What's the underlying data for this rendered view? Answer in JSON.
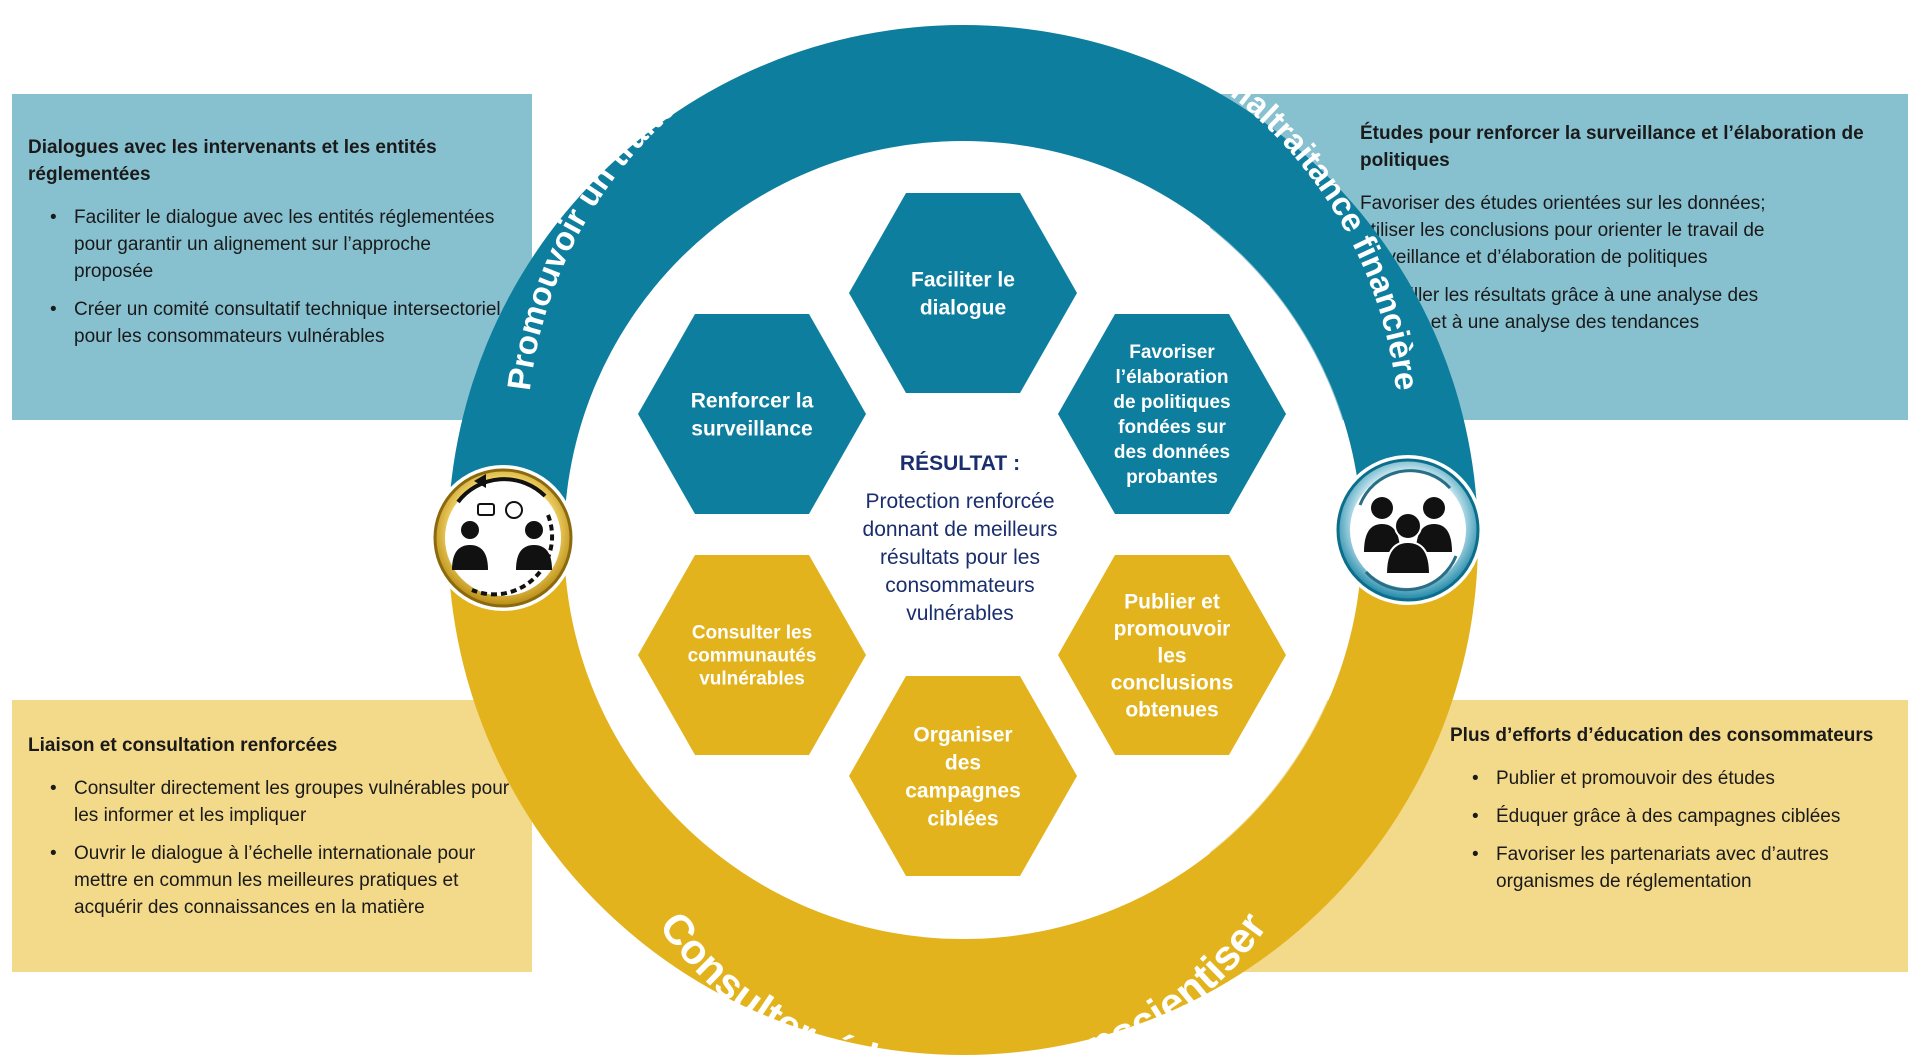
{
  "panels": {
    "top_left": {
      "title": "Dialogues avec les intervenants et les entités réglementées",
      "items": [
        "Faciliter le dialogue avec les entités réglementées pour garantir un alignement sur l’approche proposée",
        "Créer un comité consultatif technique intersectoriel pour les consommateurs vulnérables"
      ]
    },
    "top_right": {
      "title": "Études pour renforcer la surveillance et l’élaboration de politiques",
      "items": [
        "Favoriser des études orientées sur les données; utiliser les conclusions pour orienter le travail de surveillance et d’élaboration de politiques",
        "Surveiller les résultats grâce à une analyse des plaintes et à une analyse des tendances"
      ]
    },
    "bottom_left": {
      "title": "Liaison et consultation renforcées",
      "items": [
        "Consulter directement les groupes vulnérables pour les informer et les impliquer",
        "Ouvrir le dialogue à l’échelle internationale pour mettre en commun les meilleures pratiques et acquérir des connaissances en la matière"
      ]
    },
    "bottom_right": {
      "title": "Plus d’efforts d’éducation des consommateurs",
      "items": [
        "Publier et promouvoir des études",
        "Éduquer grâce à des campagnes ciblées",
        "Favoriser les partenariats avec d’autres organismes de réglementation"
      ]
    }
  },
  "ring": {
    "top_text": "Promouvoir un traitement inclusif et équitable, et éviter la maltraitance financière",
    "bottom_text": "Consulter, éduquer et conscientiser"
  },
  "center": {
    "heading": "RÉSULTAT :",
    "lines": [
      "Protection renforcée",
      "donnant de meilleurs",
      "résultats pour les",
      "consommateurs",
      "vulnérables"
    ]
  },
  "hexagons": {
    "top": [
      "Faciliter le",
      "dialogue"
    ],
    "upper_left": [
      "Renforcer la",
      "surveillance"
    ],
    "upper_right": [
      "Favoriser",
      "l’élaboration",
      "de politiques",
      "fondées sur",
      "des données",
      "probantes"
    ],
    "lower_left": [
      "Consulter les",
      "communautés",
      "vulnérables"
    ],
    "lower_right": [
      "Publier et",
      "promouvoir",
      "les",
      "conclusions",
      "obtenues"
    ],
    "bottom": [
      "Organiser",
      "des",
      "campagnes",
      "ciblées"
    ]
  },
  "icons": {
    "left": "dialogue-people-icon",
    "right": "group-people-icon"
  },
  "colors": {
    "teal": "#0d7e9e",
    "gold": "#e3b31e",
    "light_teal": "#87c0cf",
    "light_gold": "#f3d98a",
    "navy": "#1a2e6e"
  }
}
